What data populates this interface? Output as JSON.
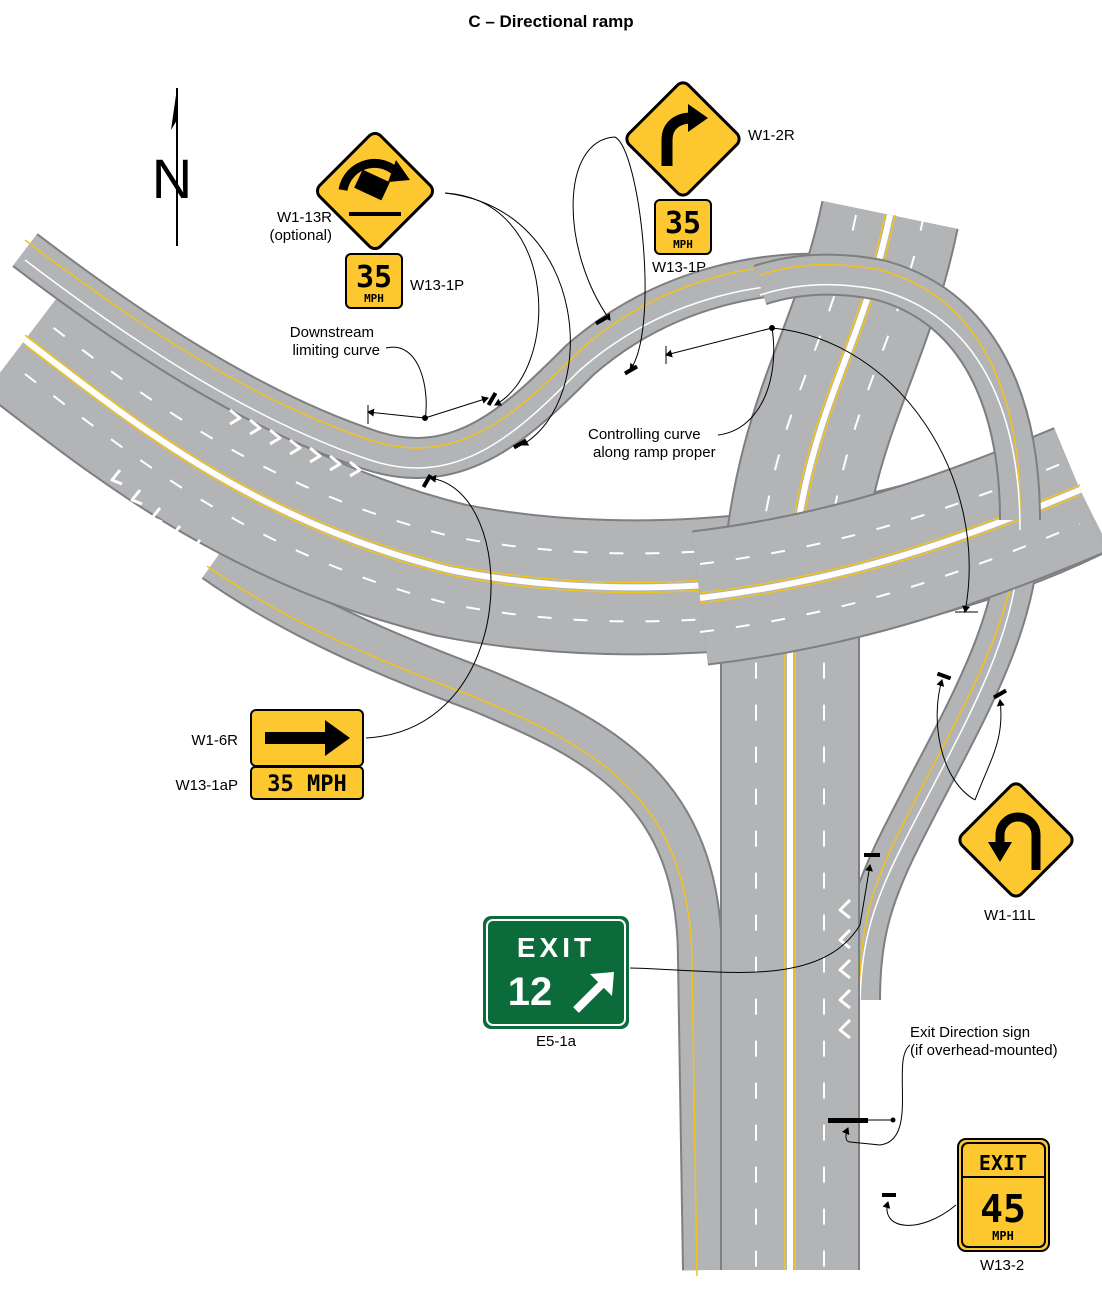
{
  "title": "C – Directional ramp",
  "north_label": "N",
  "signs": {
    "w1_13r": {
      "label": "W1-13R",
      "note": "(optional)"
    },
    "w13_1p_left": {
      "label": "W13-1P",
      "speed": "35",
      "unit": "MPH"
    },
    "w1_2r": {
      "label": "W1-2R"
    },
    "w13_1p_right": {
      "label": "W13-1P",
      "speed": "35",
      "unit": "MPH"
    },
    "w1_6r": {
      "label": "W1-6R"
    },
    "w13_1ap": {
      "label": "W13-1aP",
      "text": "35 MPH"
    },
    "w1_11l": {
      "label": "W1-11L"
    },
    "e5_1a": {
      "label": "E5-1a",
      "line1": "EXIT",
      "number": "12",
      "arrow": "up-right-arrow-icon"
    },
    "w13_2": {
      "label": "W13-2",
      "line1": "EXIT",
      "speed": "45",
      "unit": "MPH"
    }
  },
  "annotations": {
    "downstream_1": "Downstream",
    "downstream_2": "limiting curve",
    "controlling_1": "Controlling curve",
    "controlling_2": "along ramp proper",
    "exit_dir_1": "Exit Direction sign",
    "exit_dir_2": "(if overhead-mounted)"
  },
  "colors": {
    "road": "#b2b4b6",
    "road_edge": "#7d7f82",
    "lane_line": "#ffffff",
    "center_line": "#f2c318",
    "warning_sign": "#fdc82f",
    "guide_sign": "#0b6b3a"
  }
}
